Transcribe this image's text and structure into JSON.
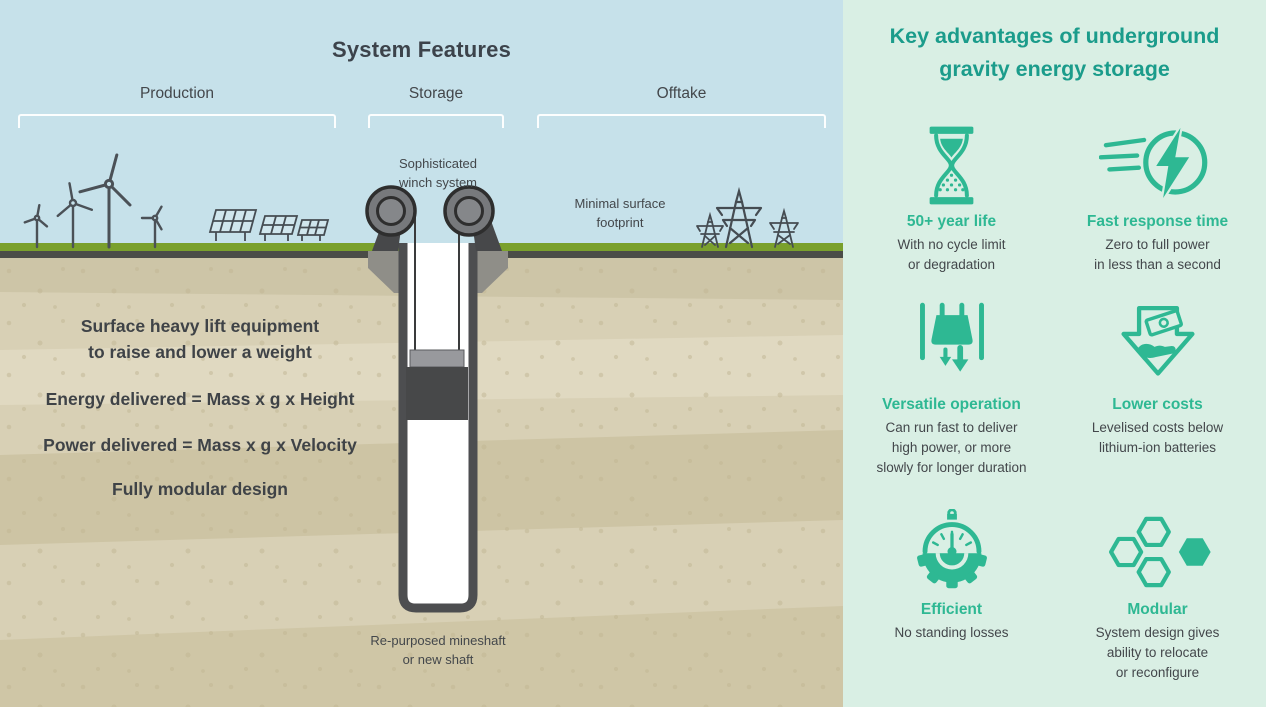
{
  "left_panel": {
    "title": "System Features",
    "sections": [
      {
        "label": "Production"
      },
      {
        "label": "Storage"
      },
      {
        "label": "Offtake"
      }
    ],
    "winch_caption": "Sophisticated\nwinch system",
    "footprint_caption": "Minimal surface\nfootprint",
    "notes": [
      "Surface heavy lift equipment\nto raise and lower a weight",
      "Energy delivered = Mass x g x Height",
      "Power delivered = Mass x g x Velocity",
      "Fully modular design"
    ],
    "shaft_caption": "Re-purposed mineshaft\nor new shaft"
  },
  "right_panel": {
    "title": "Key advantages of underground gravity energy storage",
    "advantages": [
      {
        "icon": "hourglass-icon",
        "title": "50+ year life",
        "description": "With no cycle limit\nor degradation"
      },
      {
        "icon": "lightning-speed-icon",
        "title": "Fast response time",
        "description": "Zero to full power\nin less than a second"
      },
      {
        "icon": "weight-drop-icon",
        "title": "Versatile operation",
        "description": "Can run fast to deliver\nhigh power, or more\nslowly for longer duration"
      },
      {
        "icon": "money-hand-arrow-icon",
        "title": "Lower costs",
        "description": "Levelised costs below\nlithium-ion batteries"
      },
      {
        "icon": "stopwatch-gear-icon",
        "title": "Efficient",
        "description": "No standing losses"
      },
      {
        "icon": "hexagon-modules-icon",
        "title": "Modular",
        "description": "System design gives\nability to relocate\nor reconfigure"
      }
    ]
  },
  "colors": {
    "sky": "#c6e1ea",
    "grass": "#7aa02c",
    "soil": "#d8d0b5",
    "mint_panel": "#d9efe4",
    "teal_title": "#1b9c8b",
    "icon_green": "#2eb893",
    "dark_text": "#3f4347",
    "shaft_wall": "#4d4e50"
  }
}
